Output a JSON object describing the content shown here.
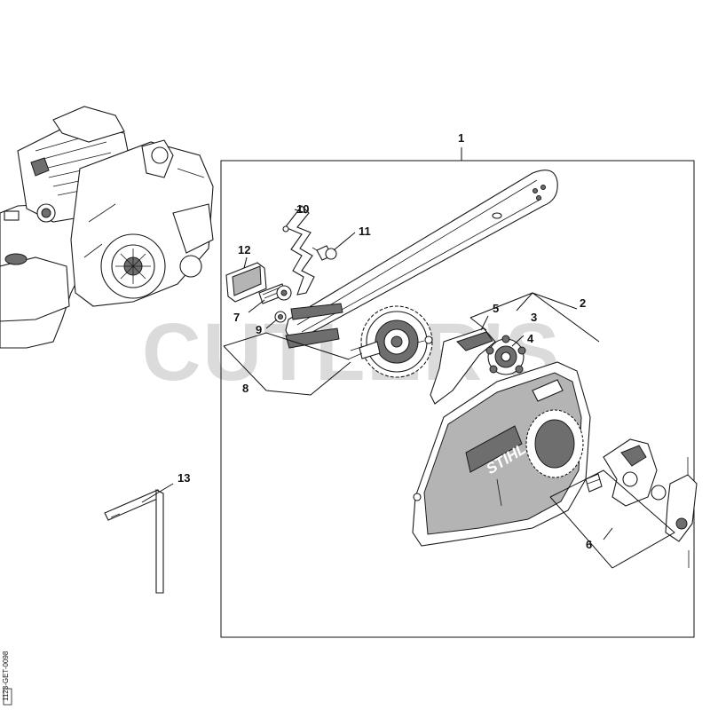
{
  "watermark": "CUTLER'S",
  "doc_id": "1123-GET-0098",
  "brand_logo": "STIHL",
  "callouts": [
    "1",
    "2",
    "3",
    "4",
    "5",
    "6",
    "7",
    "8",
    "9",
    "10",
    "11",
    "12",
    "13"
  ]
}
